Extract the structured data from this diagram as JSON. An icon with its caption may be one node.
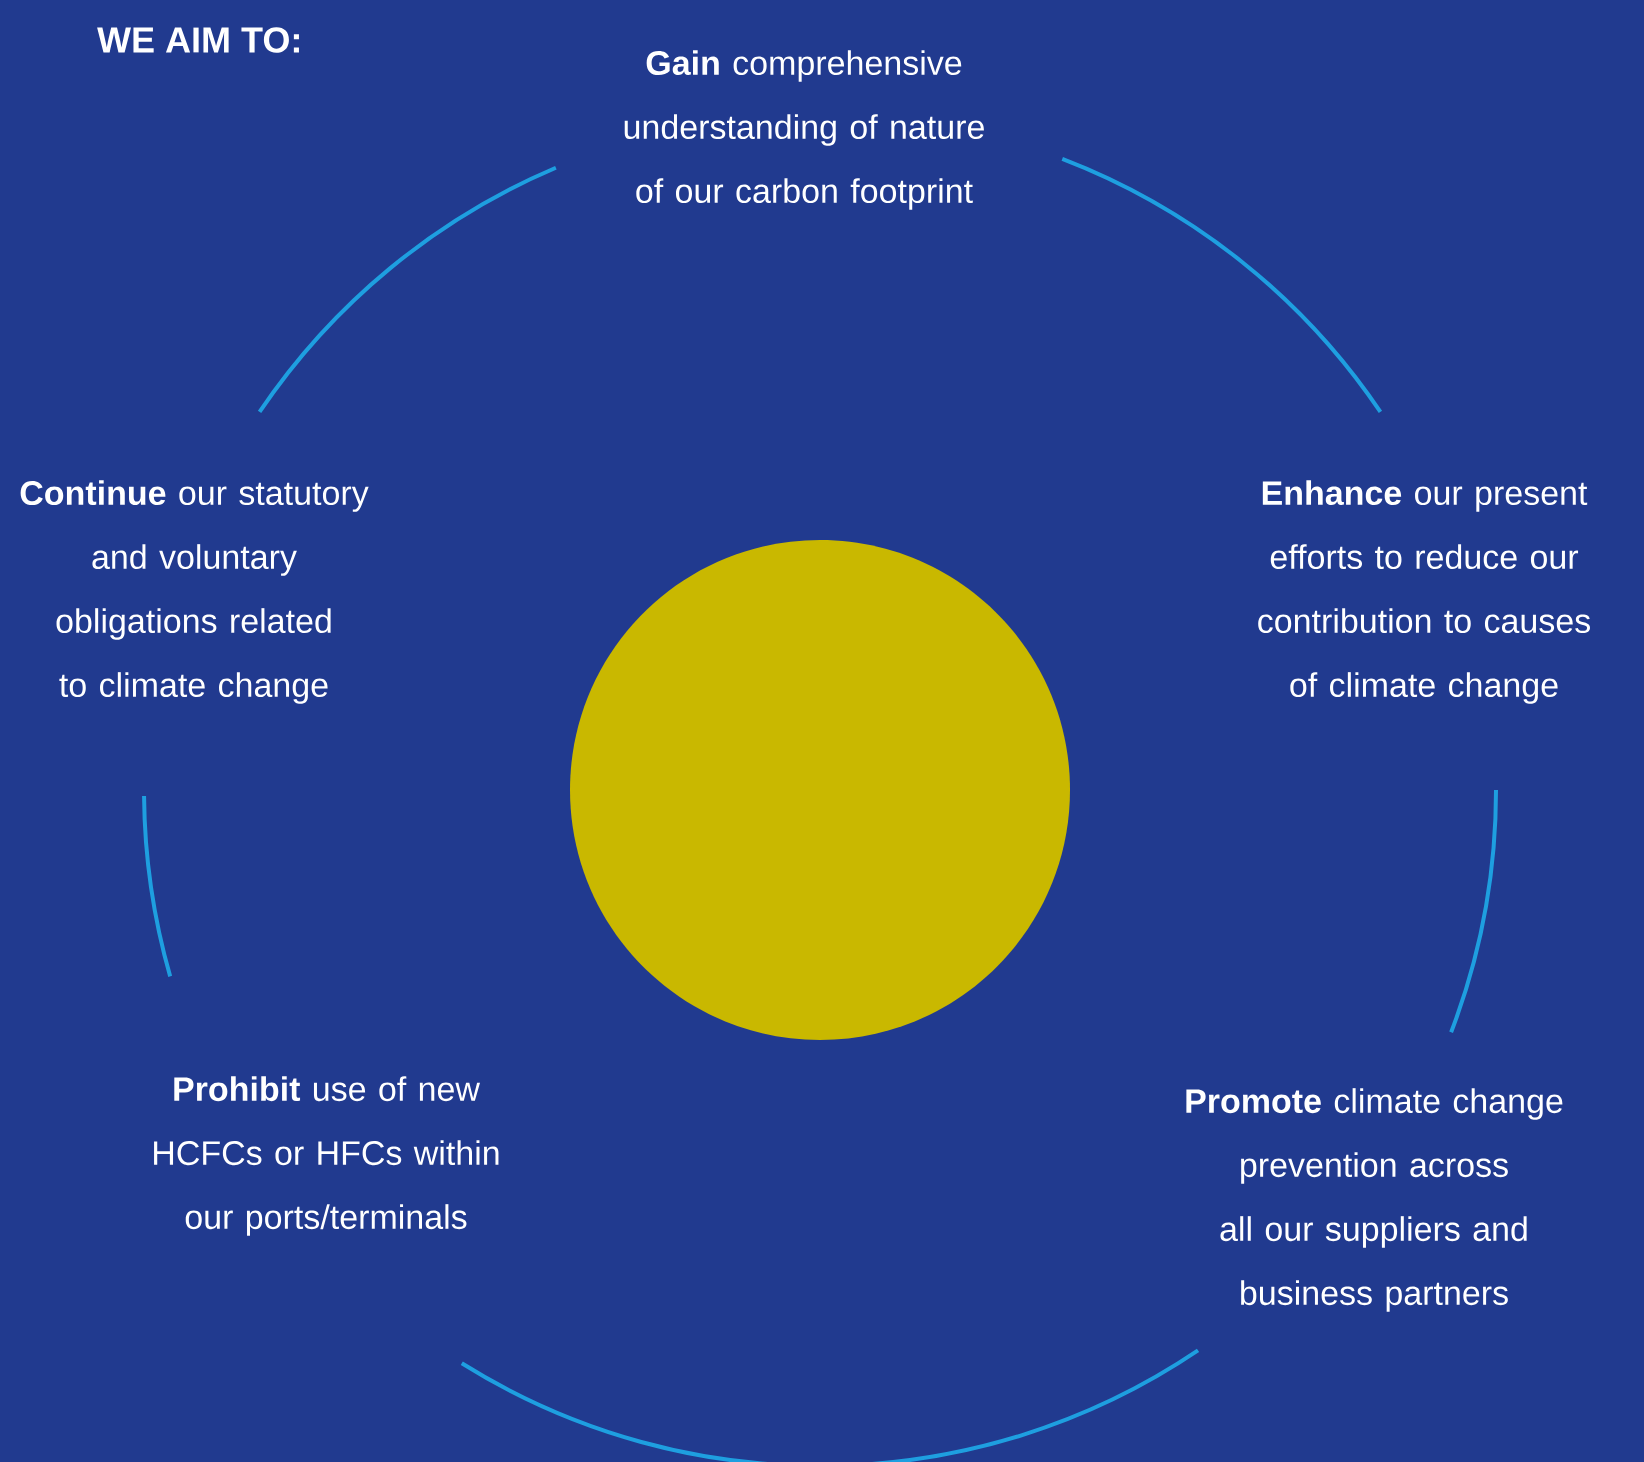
{
  "diagram": {
    "title": "WE AIM TO:",
    "nodes": [
      {
        "text": [
          "**Gain** comprehensive understanding of nature of our carbon footprint"
        ]
      },
      {
        "text": [
          "**Continue** our statutory and voluntary obligations related to climate change"
        ]
      },
      {
        "text": [
          "**Enhance** our present efforts to reduce our contribution to causes of climate change"
        ]
      },
      {
        "text": [],
        "shape": "circle"
      },
      {
        "text": [
          "**Prohibit** use of new HCFCs or HFCs within our ports/terminals"
        ]
      },
      {
        "text": [
          "**Promote** climate change prevention across all our suppliers and business partners"
        ]
      }
    ],
    "edges": [
      {
        "from": 0,
        "to": 2,
        "arrow": "none"
      },
      {
        "from": 2,
        "to": 5,
        "arrow": "none"
      },
      {
        "from": 5,
        "to": 4,
        "arrow": "none"
      },
      {
        "from": 4,
        "to": 1,
        "arrow": "none"
      },
      {
        "from": 1,
        "to": 0,
        "arrow": "none"
      }
    ]
  }
}
